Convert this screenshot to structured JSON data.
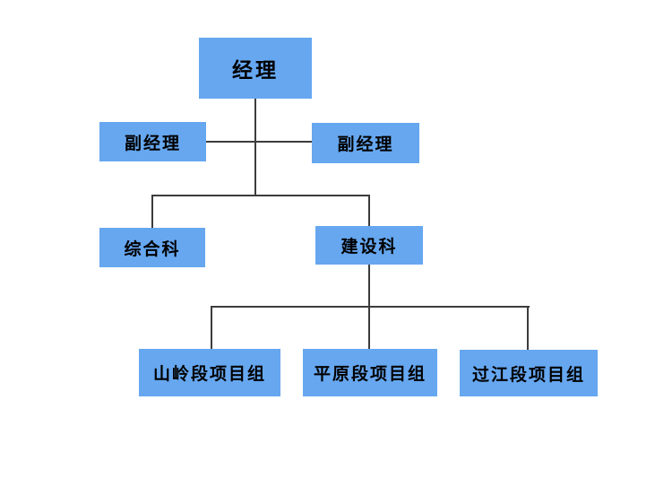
{
  "org_chart": {
    "nodes": {
      "manager": {
        "label": "经理"
      },
      "deputy_manager_left": {
        "label": "副经理"
      },
      "deputy_manager_right": {
        "label": "副经理"
      },
      "general_section": {
        "label": "综合科"
      },
      "construction_section": {
        "label": "建设科"
      },
      "mountain_segment_team": {
        "label": "山岭段项目组"
      },
      "plain_segment_team": {
        "label": "平原段项目组"
      },
      "river_crossing_team": {
        "label": "过江段项目组"
      }
    },
    "hierarchy": {
      "经理": [
        "副经理",
        "副经理",
        "综合科",
        "建设科"
      ],
      "建设科": [
        "山岭段项目组",
        "平原段项目组",
        "过江段项目组"
      ]
    },
    "colors": {
      "node_fill": "#66a7f0",
      "connector": "#3c3c3c",
      "text": "#000000",
      "background": "#ffffff"
    }
  }
}
